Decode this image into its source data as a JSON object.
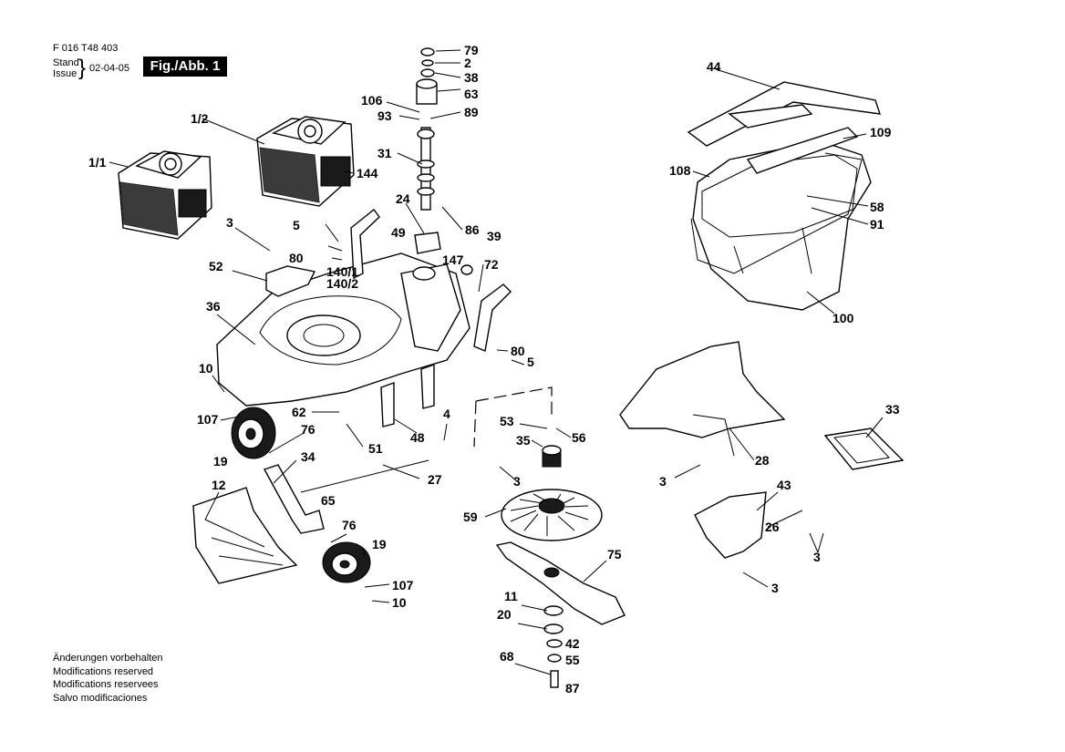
{
  "header": {
    "doc_number": "F 016 T48 403",
    "stand_label": "Stand",
    "issue_label": "Issue",
    "brace": "}",
    "date": "02-04-05",
    "figure": "Fig./Abb. 1"
  },
  "notes": [
    "Änderungen vorbehalten",
    "Modifications reserved",
    "Modifications reservees",
    "Salvo modificaciones"
  ],
  "callouts": [
    "79",
    "2",
    "38",
    "63",
    "106",
    "93",
    "89",
    "31",
    "24",
    "86",
    "39",
    "1/2",
    "1/1",
    "144",
    "3",
    "5",
    "80",
    "49",
    "52",
    "147",
    "140/1",
    "140/2",
    "72",
    "36",
    "80",
    "5",
    "10",
    "107",
    "19",
    "62",
    "76",
    "51",
    "48",
    "4",
    "34",
    "27",
    "12",
    "65",
    "76",
    "19",
    "107",
    "10",
    "53",
    "56",
    "35",
    "3",
    "59",
    "75",
    "11",
    "20",
    "42",
    "68",
    "55",
    "87",
    "44",
    "109",
    "108",
    "58",
    "91",
    "100",
    "33",
    "28",
    "3",
    "43",
    "26",
    "3",
    "3"
  ]
}
